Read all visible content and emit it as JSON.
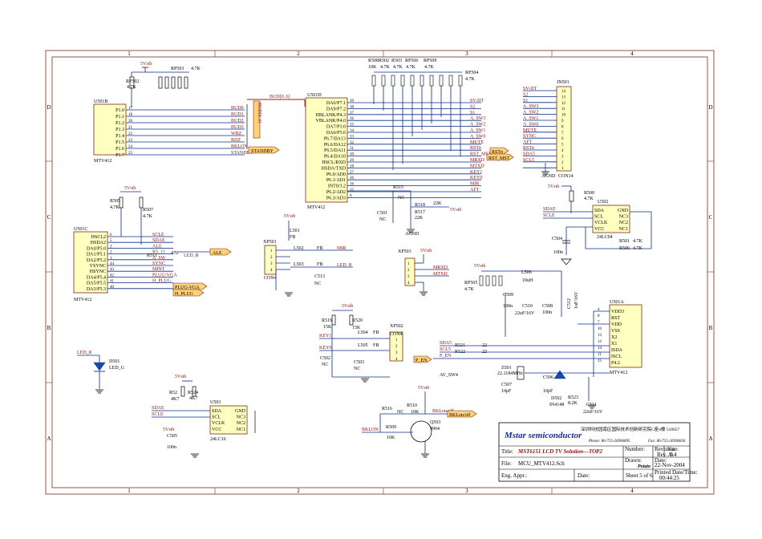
{
  "sheet": {
    "col_labels": [
      "1",
      "2",
      "3",
      "4"
    ],
    "row_labels": [
      "D",
      "C",
      "B",
      "A"
    ]
  },
  "u501b": {
    "ref": "U501B",
    "part": "MTV412",
    "pins": [
      "P1.0",
      "P1.1",
      "P1.2",
      "P1.3",
      "P1.4",
      "P1.5",
      "P1.6",
      "P1.7"
    ],
    "nums": [
      "17",
      "18",
      "20",
      "21",
      "22",
      "23",
      "24",
      "25"
    ],
    "nets": [
      "BUD0",
      "BUD1",
      "BUD2",
      "BUD3",
      "WRZ",
      "RDZ",
      "BKLON",
      "STANDBY"
    ],
    "rp_ref": "RP503",
    "rp_val": "4.7K",
    "rp_ref2": "RP502",
    "rp_val2": "4.7K",
    "vcc": "5Vstb",
    "bus": "BUD[0..6]",
    "bus_vert": "BUD[0..6]",
    "standby_port": "STANDBY"
  },
  "u501d": {
    "ref": "U501D",
    "part": "MTV412",
    "pins": [
      "DA6/P7.1",
      "DA9/P7.2",
      "HBLANK/P4.3",
      "VBLANK/P4.0",
      "DA7/P3.0",
      "DA6/P5.6",
      "P6.7/DA13",
      "P6.6/DA12",
      "P6.5/DA11",
      "P6.4/DA10",
      "HSCL/RXD",
      "HSDA/TXD",
      "P6.0/AD0",
      "P6.1/AD1",
      "INT0/3.2",
      "P6.2/AD2",
      "P6.3/AD3"
    ],
    "nums": [
      "39",
      "38",
      "37",
      "36",
      "35",
      "34",
      "33",
      "32",
      "31",
      "30",
      "29",
      "28",
      "27",
      "26",
      "16",
      "15",
      "9"
    ],
    "nets": [
      "SV-DT",
      "S2",
      "S1",
      "A_SW3",
      "A_SW2",
      "A_SW1",
      "A_SW0",
      "MUTE",
      "RSTn",
      "RST_MST",
      "MRXD",
      "MTXD",
      "KEY1",
      "KEY0",
      "MIR",
      "AFT"
    ],
    "bus_in": "BUD[0..6]",
    "rp_refs": [
      "R508",
      "R502",
      "R503",
      "RP506",
      "RP509",
      "RP504"
    ],
    "rp_vals": [
      "10K",
      "4.7K",
      "4.7K",
      "4.7K",
      "4.7K",
      "4.7K"
    ],
    "rst_port": "RSTn",
    "rstmst_port": "RST_MST"
  },
  "jn501": {
    "ref": "JN501",
    "part": "CON14",
    "gnd": "AGND",
    "nets": [
      "SV-DT",
      "S2",
      "S1",
      "A_SW3",
      "A_SW2",
      "A_SW1",
      "A_SW0",
      "MUTE",
      "SYNC",
      "AFT",
      "RSTn",
      "SDA5",
      "SCL5",
      ""
    ],
    "nums": [
      "14",
      "13",
      "12",
      "11",
      "10",
      "9",
      "8",
      "7",
      "6",
      "5",
      "4",
      "3",
      "2",
      "1"
    ]
  },
  "u502": {
    "ref": "U502",
    "part": "24LC04",
    "lpins": [
      "SDA",
      "SCL",
      "VCLK",
      "VCC"
    ],
    "rpins": [
      "GND",
      "NC3",
      "NC2",
      "NC1"
    ],
    "nets": [
      "SDAE",
      "SCLE"
    ],
    "r500": "R500",
    "r500v": "4.7K",
    "vcc": "5Vstb",
    "c504": "C504",
    "c504v": "100n",
    "r501": "R501",
    "r501v": "4.7K",
    "r506": "R506",
    "r506v": "4.7K"
  },
  "u501c": {
    "ref": "U501C",
    "part": "MTV412",
    "pins": [
      "HSCL2",
      "HSDA2",
      "DA0/P5.0",
      "DA1/P5.1",
      "DA2/P5.2",
      "VSYNC",
      "HSYNC",
      "DA4/P5.4",
      "DA5/P5.5",
      "DA3/P5.3"
    ],
    "nums": [
      "6",
      "5",
      "3",
      "2",
      "1",
      "44",
      "43",
      "42",
      "41",
      "40"
    ],
    "nets": [
      "SCLE",
      "SDAE",
      "ALE",
      "R5_11",
      "A_SW",
      "SYNC",
      "MINT",
      "PLUG-VGA",
      "H_PLUG"
    ],
    "r505": "R505",
    "r505v": "4.7K",
    "r507": "R507",
    "r507v": "4.7K",
    "vcc": "5Vstb",
    "r511": "R511",
    "r511v": "470",
    "led_net": "LED_R",
    "ale_port": "ALE",
    "plug_port": "PLUG-VGA",
    "hplug_port": "H_PLUG"
  },
  "xp501": {
    "ref": "XP501",
    "part": "CON4",
    "vcc": "5Vstb",
    "l501": "L501",
    "l501v": "FB",
    "l502": "L502",
    "l502v": "FB",
    "l503": "L503",
    "l503v": "FB",
    "c513": "C513",
    "c513v": "NC",
    "mir": "MIR",
    "ledr": "LED_R",
    "nums": [
      "1",
      "2",
      "3",
      "4"
    ]
  },
  "xp503": {
    "ref": "XP503",
    "vcc": "5Vstb",
    "nets": [
      "MRXD",
      "MTXD"
    ],
    "nums": [
      "1",
      "2",
      "3",
      "4"
    ]
  },
  "reset": {
    "r515": "R515",
    "r515v": "NC",
    "r518": "R518",
    "r518v": "22K",
    "r517": "R517",
    "r517v": "22K",
    "c501": "C501",
    "c501v": "NC",
    "gnd": "AGND",
    "vcc": "5Vstb"
  },
  "u501a": {
    "ref": "U501A",
    "part": "MTV412",
    "pins": [
      "VDD3",
      "RST",
      "VDD",
      "VSS",
      "X2",
      "X1",
      "ISDA",
      "ISCL",
      "P4.2"
    ],
    "nums": [
      "4",
      "8",
      "7",
      "10",
      "13",
      "12",
      "14",
      "11",
      "15"
    ],
    "rp505": "RP505",
    "rp505v": "4.7K",
    "vcc": "5Vstb",
    "l506": "L506",
    "l506v": "10uH",
    "c509": "C509",
    "c509v": "100n",
    "c510": "C510",
    "c510v": "22uF/16V",
    "c508": "C508",
    "c508v": "100n",
    "c512": "C512",
    "c512v": "1uF/16V",
    "sda": "SDA5",
    "scl": "SCL5",
    "r521": "R521",
    "r522": "R522",
    "rv": "22",
    "pen": "P_EN",
    "z501": "Z501",
    "z501v": "22.1184MHz",
    "c507": "C507",
    "c507v": "10pF",
    "c506": "C506",
    "c506v": "10pF",
    "d502": "D502",
    "d502v": "IN4148",
    "r523": "R523",
    "r523v": "8.2K",
    "c511": "C511",
    "c511v": "22uF/16V",
    "avsw": "AV_SW4",
    "pen_port": "P_EN"
  },
  "xp502": {
    "ref": "XP502",
    "part": "CON4",
    "vcc": "5Vstb",
    "r519": "R519",
    "r519v": "15K",
    "r520": "R520",
    "r520v": "15K",
    "l504": "L504",
    "l504v": "FB",
    "l505": "L505",
    "l505v": "FB",
    "c502": "C502",
    "c502v": "NC",
    "c503": "C503",
    "c503v": "NC",
    "keys": [
      "KEY1",
      "KEY0"
    ],
    "nums": [
      "1",
      "2",
      "3",
      "4"
    ]
  },
  "led": {
    "net": "LED_R",
    "ref": "D501",
    "part": "LED_G"
  },
  "u503": {
    "ref": "U503",
    "part": "24LC16",
    "lpins": [
      "SDA",
      "SCL",
      "VCLK",
      "VCC"
    ],
    "rpins": [
      "GND",
      "NC3",
      "NC2",
      "NC1"
    ],
    "nets": [
      "SDAE",
      "SCLE"
    ],
    "r52": "R52",
    "r52v": "4K7",
    "r524": "R524",
    "r524v": "4K7",
    "vcc": "5Vstb",
    "c505": "C505",
    "c505v": "100n"
  },
  "q503": {
    "ref": "Q503",
    "part": "9904",
    "vcc": "5Vstb",
    "r510": "R510",
    "r510v": "10K",
    "r516": "R516",
    "r516v": "NC",
    "r509": "R509",
    "r509v": "10K",
    "bklon": "BKLON",
    "bkl": "BKLon/off",
    "bkl_port": "BKLon/off"
  },
  "title_block": {
    "company": "Mstar semiconductor",
    "address": "深圳科技园南区国际技术创新研究院C座4楼 518057",
    "phone": "Phone: 86-755-26996895",
    "fax": "Fax: 86-755-26996836",
    "title_lbl": "Title:",
    "title": "MST6151 LCD TV Solution---TOP2",
    "number_lbl": "Number:",
    "revision_lbl": "Revision:",
    "revision": "Rev. A",
    "size_lbl": "Size:",
    "size": "A4",
    "file_lbl": "File:",
    "file": "MCU_MTV412.Sch",
    "drawn_lbl": "Drawn:",
    "drawn": "Potato",
    "date_lbl": "Date:",
    "date": "22-Nov-2004",
    "eng_lbl": "Eng. Appr.:",
    "date2_lbl": "Date:",
    "sheet": "Sheet 5 of 6",
    "printed_lbl": "Printed Date/Time:",
    "printed": "00:44:25"
  }
}
